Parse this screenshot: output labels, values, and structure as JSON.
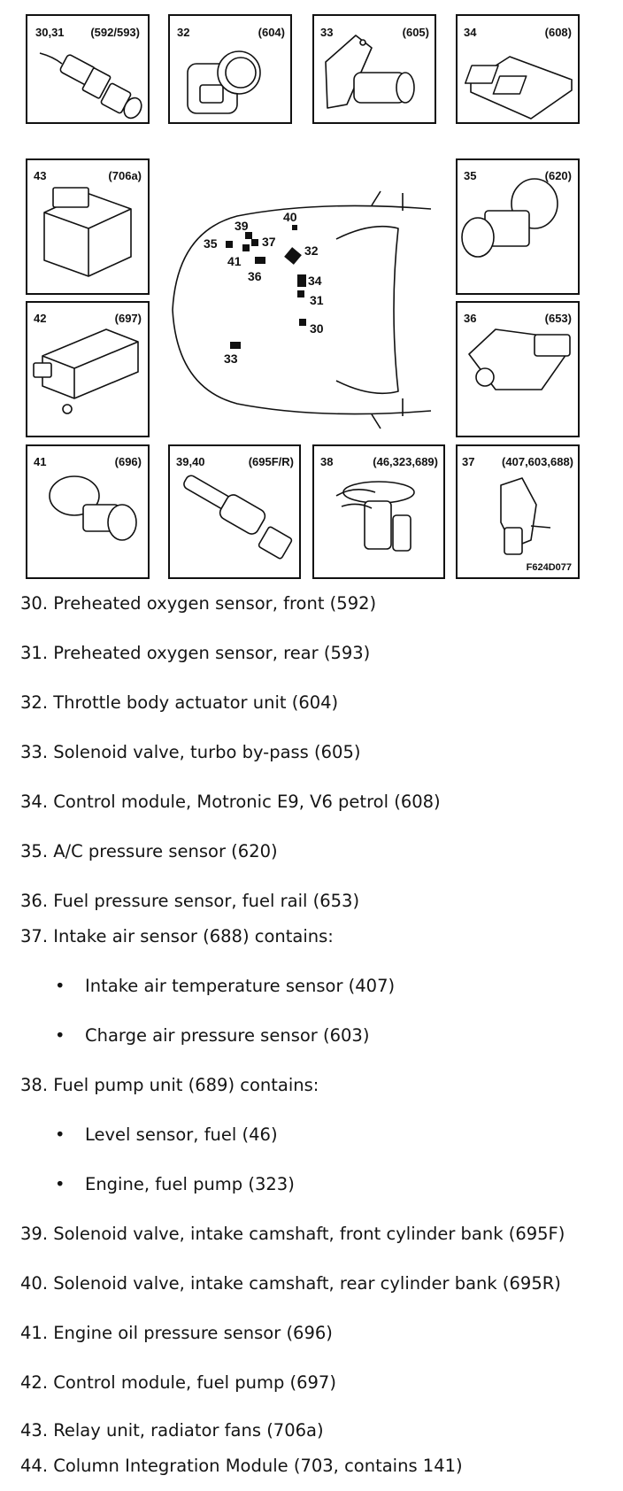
{
  "boxes": [
    {
      "num": "30,31",
      "code": "(592/593)"
    },
    {
      "num": "32",
      "code": "(604)"
    },
    {
      "num": "33",
      "code": "(605)"
    },
    {
      "num": "34",
      "code": "(608)"
    },
    {
      "num": "43",
      "code": "(706a)"
    },
    {
      "num": "35",
      "code": "(620)"
    },
    {
      "num": "42",
      "code": "(697)"
    },
    {
      "num": "36",
      "code": "(653)"
    },
    {
      "num": "41",
      "code": "(696)"
    },
    {
      "num": "39,40",
      "code": "(695F/R)"
    },
    {
      "num": "38",
      "code": "(46,323,689)"
    },
    {
      "num": "37",
      "code": "(407,603,688)"
    }
  ],
  "figure_id": "F624D077",
  "car_labels": [
    "40",
    "39",
    "35",
    "37",
    "32",
    "41",
    "36",
    "34",
    "31",
    "30",
    "33"
  ],
  "items": [
    "30. Preheated oxygen sensor, front (592)",
    "31. Preheated oxygen sensor, rear (593)",
    "32. Throttle body actuator unit (604)",
    "33. Solenoid valve, turbo by-pass (605)",
    "34. Control module, Motronic E9, V6 petrol (608)",
    "35. A/C pressure sensor (620)",
    "36. Fuel pressure sensor, fuel rail (653)",
    "37. Intake air sensor (688) contains:",
    "Intake air temperature sensor (407)",
    "Charge air pressure sensor (603)",
    "38. Fuel pump unit (689) contains:",
    "Level sensor, fuel (46)",
    "Engine, fuel pump (323)",
    "39. Solenoid valve, intake camshaft, front cylinder bank (695F)",
    "40. Solenoid valve, intake camshaft, rear cylinder bank (695R)",
    "41. Engine oil pressure sensor (696)",
    "42. Control module, fuel pump (697)",
    "43. Relay unit, radiator fans (706a)",
    "44. Column Integration Module (703, contains 141)"
  ],
  "bullet_symbol": "•"
}
